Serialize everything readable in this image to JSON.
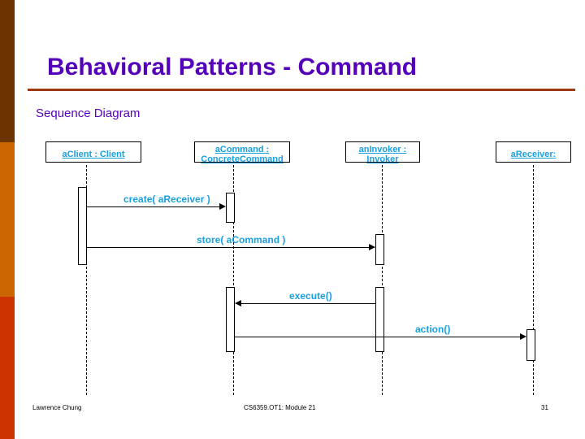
{
  "slide": {
    "title": "Behavioral Patterns - Command",
    "subtitle": "Sequence Diagram",
    "title_color": "#5500bb",
    "rule_color": "#9c3a12",
    "accent_colors": {
      "band_top": "#6b3400",
      "band_middle": "#cc6600",
      "band_bottom": "#cc3300",
      "diagram_text": "#19a0e0"
    }
  },
  "diagram": {
    "type": "uml-sequence-diagram",
    "lifelines": [
      {
        "id": "client",
        "label_line1": "aClient : Client",
        "label_line2": ""
      },
      {
        "id": "command",
        "label_line1": "aCommand :",
        "label_line2": "ConcreteCommand"
      },
      {
        "id": "invoker",
        "label_line1": "anInvoker :",
        "label_line2": "Invoker"
      },
      {
        "id": "receiver",
        "label_line1": "aReceiver:",
        "label_line2": ""
      }
    ],
    "messages": [
      {
        "id": "m1",
        "label": "create( aReceiver )",
        "from": "client",
        "to": "command",
        "direction": "right"
      },
      {
        "id": "m2",
        "label": "store( aCommand )",
        "from": "client",
        "to": "invoker",
        "direction": "right"
      },
      {
        "id": "m3",
        "label": "execute()",
        "from": "invoker",
        "to": "command",
        "direction": "left"
      },
      {
        "id": "m4",
        "label": "action()",
        "from": "command",
        "to": "receiver",
        "direction": "right"
      }
    ]
  },
  "footer": {
    "author": "Lawrence Chung",
    "course": "CS6359.OT1: Module 21",
    "page": "31"
  }
}
